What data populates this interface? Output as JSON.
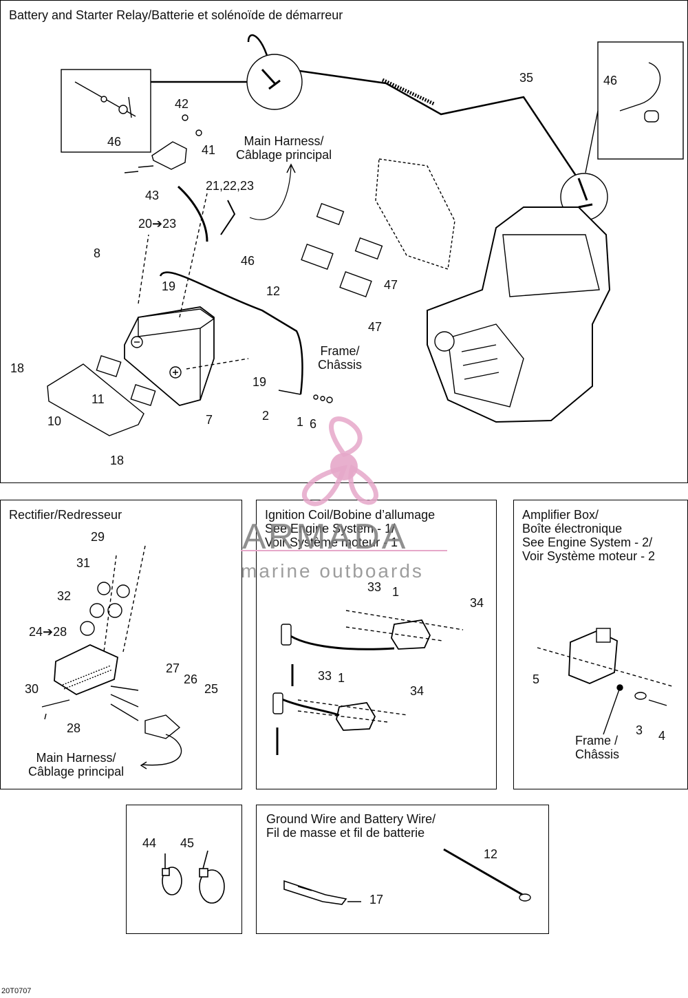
{
  "figure_code": "20T0707",
  "watermark": {
    "brand": "ARMADA",
    "tagline": "marine outboards",
    "logo_color": "#e6a7c9"
  },
  "battery_panel": {
    "title": "Battery and Starter Relay/Batterie et solénoïde de démarreur",
    "main_harness": "Main Harness/\nCâblage principal",
    "frame": "Frame/\nChâssis",
    "callouts": [
      "35",
      "46",
      "42",
      "46",
      "41",
      "43",
      "21,22,23",
      "20➔23",
      "46",
      "8",
      "19",
      "12",
      "47",
      "47",
      "18",
      "11",
      "10",
      "18",
      "7",
      "19",
      "2",
      "1",
      "6"
    ]
  },
  "rectifier_panel": {
    "title": "Rectifier/Redresseur",
    "main_harness": "Main Harness/\nCâblage principal",
    "callouts": [
      "29",
      "31",
      "32",
      "24➔28",
      "27",
      "26",
      "25",
      "30",
      "28"
    ]
  },
  "ignition_panel": {
    "title": "Ignition Coil/Bobine d’allumage\nSee Engine System - 1/\nVoir Système moteur - 1",
    "callouts": [
      "33",
      "1",
      "34",
      "33",
      "1",
      "34"
    ]
  },
  "amplifier_panel": {
    "title": "Amplifier Box/\nBoîte électronique\nSee Engine System - 2/\nVoir Système moteur - 2",
    "frame": "Frame /\nChâssis",
    "callouts": [
      "5",
      "3",
      "4"
    ]
  },
  "ties_panel": {
    "callouts": [
      "44",
      "45"
    ]
  },
  "ground_panel": {
    "title": "Ground Wire and Battery Wire/\nFil de masse et fil de batterie",
    "callouts": [
      "12",
      "17"
    ]
  }
}
